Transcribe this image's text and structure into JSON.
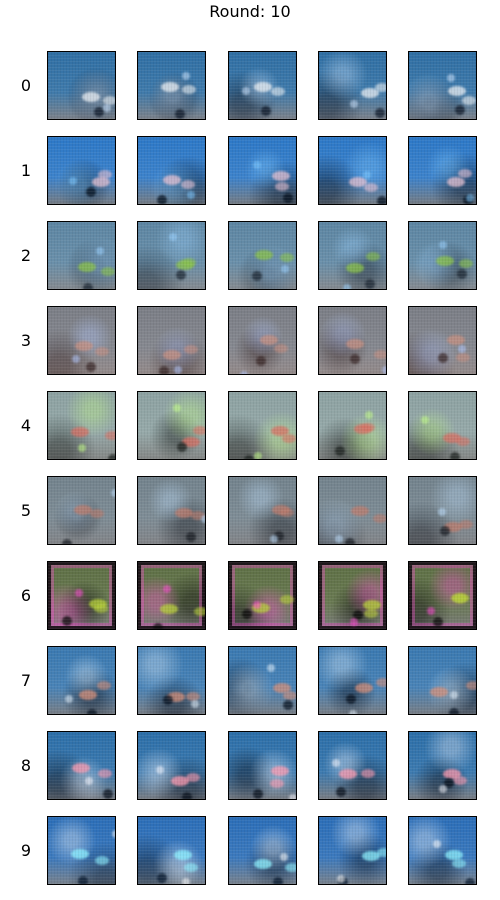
{
  "title": "Round: 10",
  "rows": [
    {
      "label": "0",
      "base": "#2f6fa4",
      "accent": "#eaeef2",
      "dark": "#0f1a2a",
      "bright": "#cfe6ff"
    },
    {
      "label": "1",
      "base": "#2c78c7",
      "accent": "#e7c2d2",
      "dark": "#04101f",
      "bright": "#7ec8ff"
    },
    {
      "label": "2",
      "base": "#5d86a3",
      "accent": "#8bc34a",
      "dark": "#1f2a35",
      "bright": "#9bd1ff"
    },
    {
      "label": "3",
      "base": "#7b7e86",
      "accent": "#c79082",
      "dark": "#3b2a2a",
      "bright": "#b2c8ff"
    },
    {
      "label": "4",
      "base": "#8da2a2",
      "accent": "#d86f63",
      "dark": "#1f2422",
      "bright": "#c5ff86"
    },
    {
      "label": "5",
      "base": "#73838d",
      "accent": "#bd7c6d",
      "dark": "#1c2027",
      "bright": "#bfe0ff"
    },
    {
      "label": "6",
      "base": "#5d6f44",
      "accent": "#b8d13a",
      "dark": "#0b0b0b",
      "bright": "#ff4bd6"
    },
    {
      "label": "7",
      "base": "#3a79b1",
      "accent": "#d68f7a",
      "dark": "#091423",
      "bright": "#e7f4ff"
    },
    {
      "label": "8",
      "base": "#2c6fa9",
      "accent": "#ff9bb0",
      "dark": "#09111e",
      "bright": "#f7f7ff"
    },
    {
      "label": "9",
      "base": "#2b6eb8",
      "accent": "#8ff2ff",
      "dark": "#0a1b30",
      "bright": "#ffffff"
    }
  ]
}
